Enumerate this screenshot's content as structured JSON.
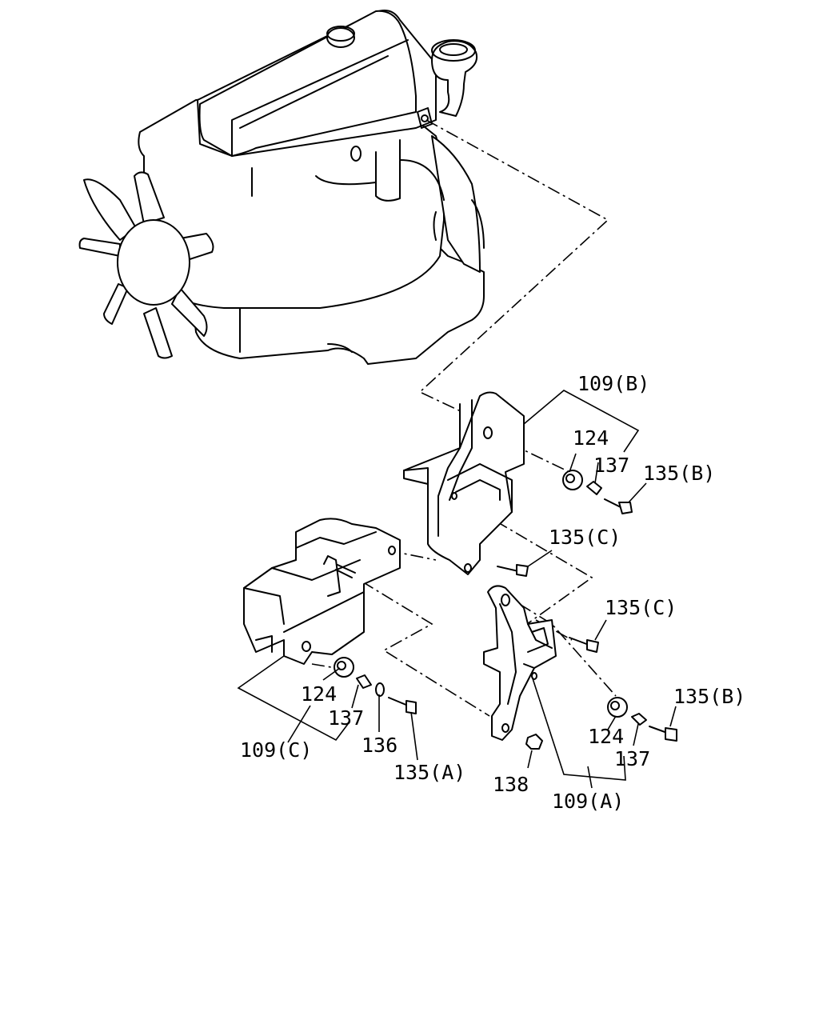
{
  "labels": {
    "l109b": "109(B)",
    "l124_top": "124",
    "l137_top": "137",
    "l135b_top": "135(B)",
    "l135c_top": "135(C)",
    "l135c_mid": "135(C)",
    "l135b_right": "135(B)",
    "l124_right": "124",
    "l137_right": "137",
    "l109a": "109(A)",
    "l138": "138",
    "l124_left": "124",
    "l137_left": "137",
    "l109c": "109(C)",
    "l136": "136",
    "l135a": "135(A)"
  }
}
